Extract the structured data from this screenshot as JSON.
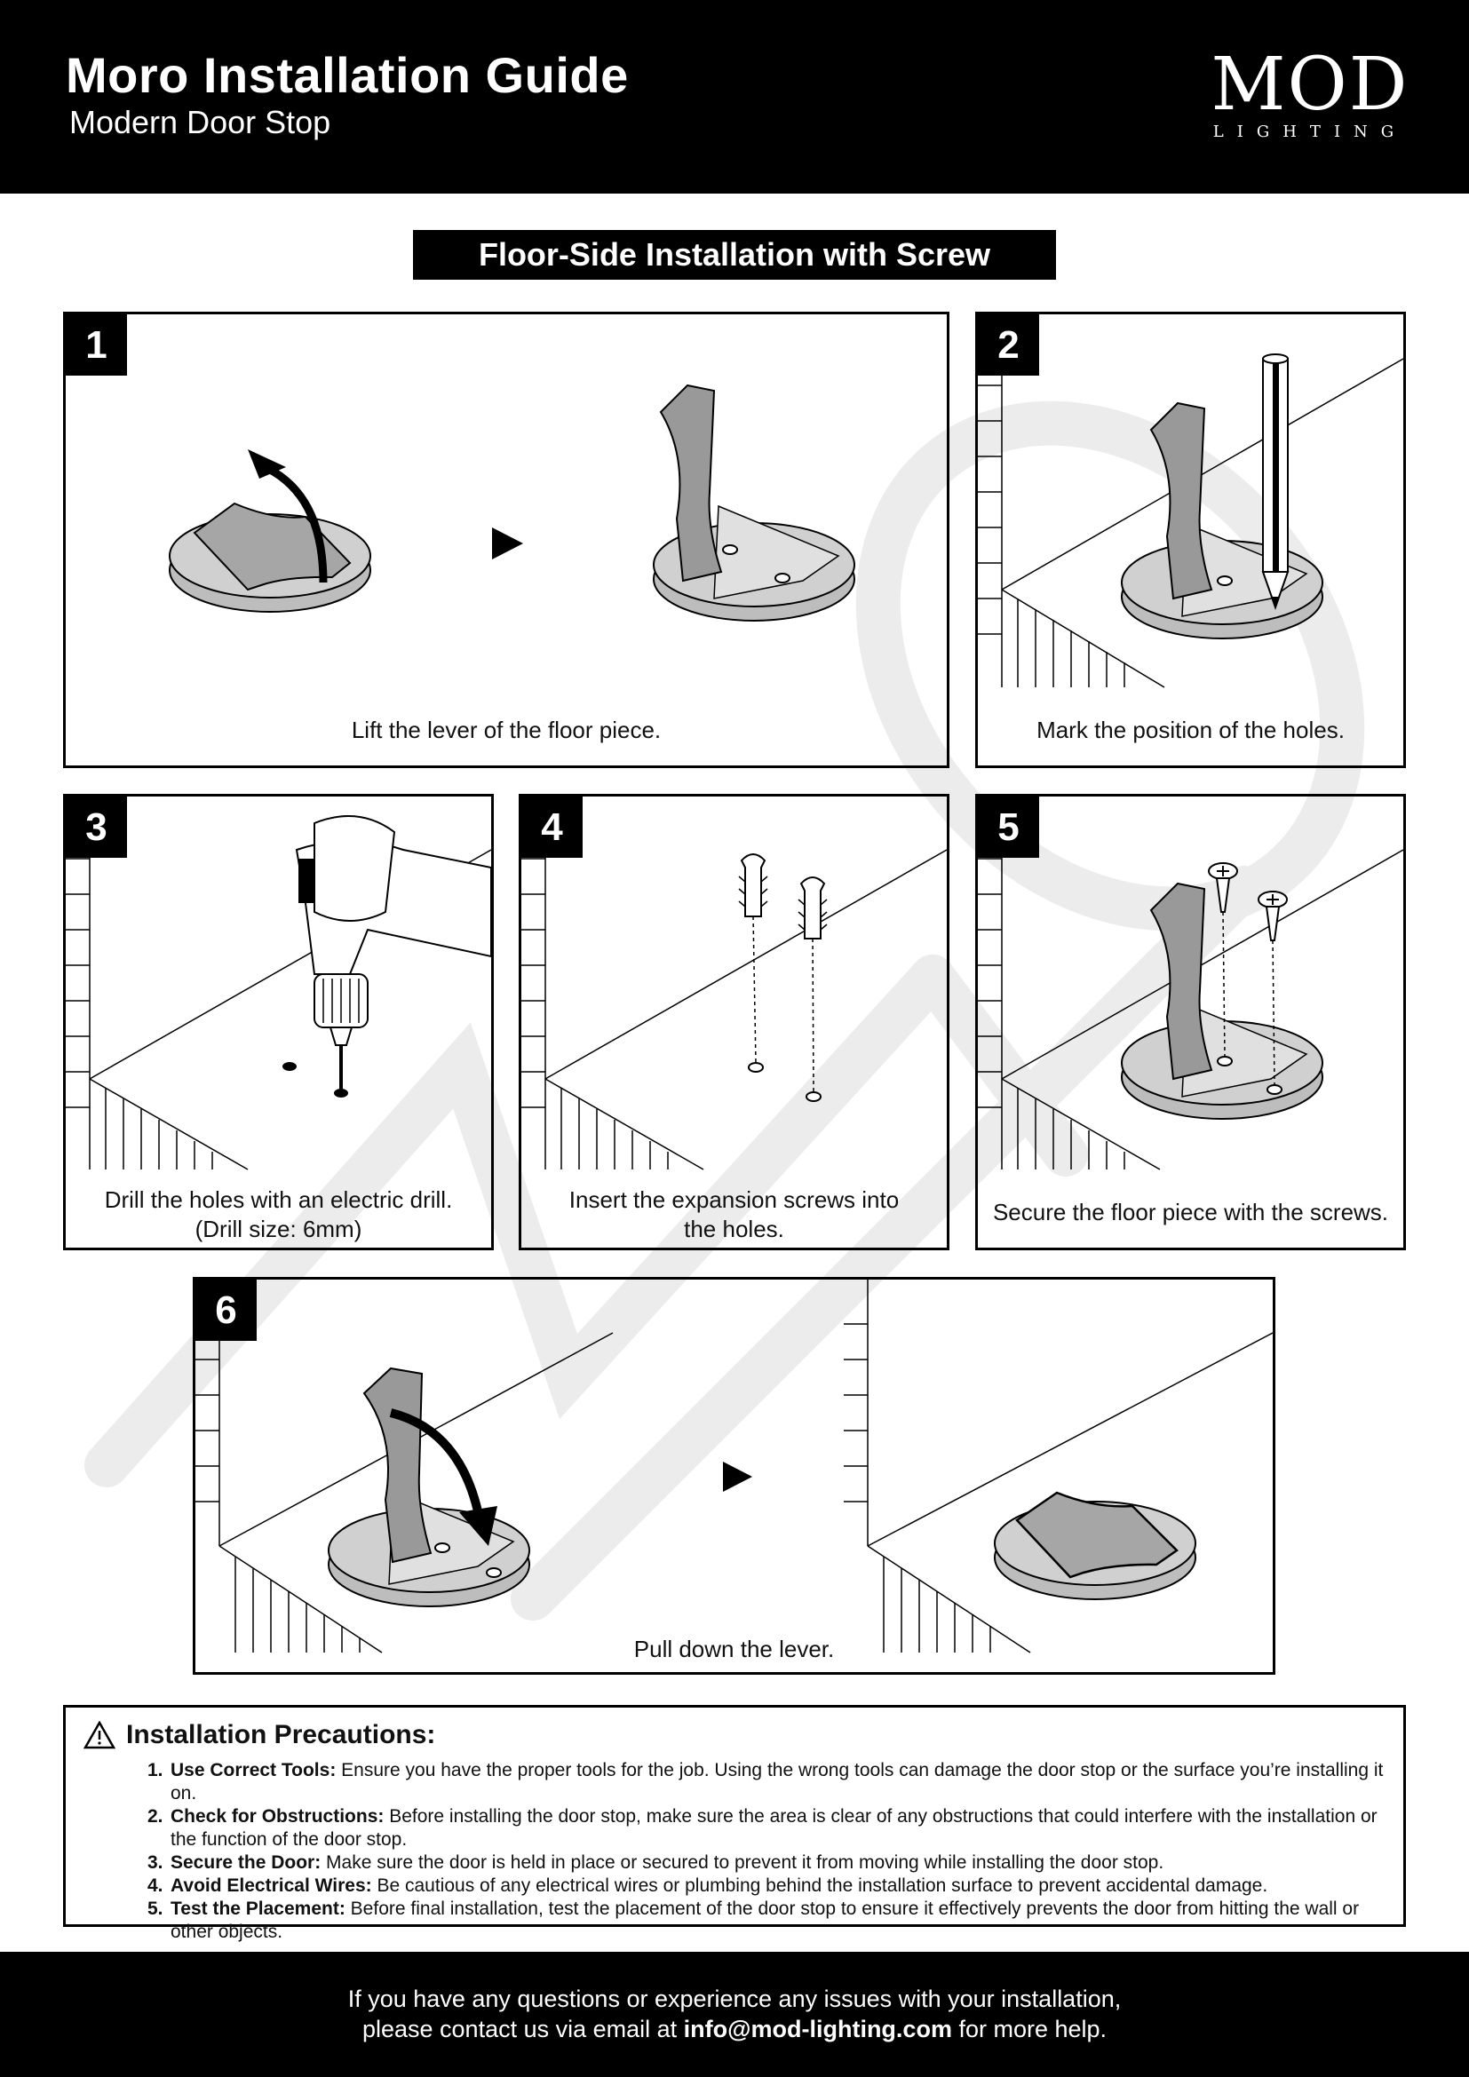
{
  "header": {
    "title": "Moro Installation Guide",
    "subtitle": "Modern Door Stop",
    "logo_main": "MOD",
    "logo_sub": "LIGHTING"
  },
  "section_title": "Floor-Side Installation with Screw",
  "steps": [
    {
      "num": "1",
      "caption": [
        "Lift the lever of the floor piece."
      ]
    },
    {
      "num": "2",
      "caption": [
        "Mark the position of the holes."
      ]
    },
    {
      "num": "3",
      "caption": [
        "Drill the holes with an electric drill.",
        "(Drill size: 6mm)"
      ]
    },
    {
      "num": "4",
      "caption": [
        "Insert the expansion screws into",
        "the holes."
      ]
    },
    {
      "num": "5",
      "caption": [
        "Secure the floor piece with the screws."
      ]
    },
    {
      "num": "6",
      "caption": [
        "Pull down the lever."
      ]
    }
  ],
  "precautions": {
    "heading": "Installation Precautions:",
    "items": [
      {
        "n": "1.",
        "title": "Use Correct Tools:",
        "text": " Ensure you have the proper tools for the job. Using the wrong tools can damage the door stop or the surface you’re installing it on."
      },
      {
        "n": "2.",
        "title": "Check for Obstructions:",
        "text": " Before installing the door stop, make sure the area is clear of any obstructions that could interfere with the installation or the function of the door stop."
      },
      {
        "n": "3.",
        "title": "Secure the Door:",
        "text": " Make sure the door is held in place or secured to prevent it from moving while installing the door stop."
      },
      {
        "n": "4.",
        "title": "Avoid Electrical Wires:",
        "text": " Be cautious of any electrical wires or plumbing behind the installation surface to prevent accidental damage."
      },
      {
        "n": "5.",
        "title": "Test the Placement:",
        "text": " Before final installation, test the placement of the door stop to ensure it effectively prevents the door from hitting the wall or other objects."
      }
    ]
  },
  "footer": {
    "line1": "If you have any questions or experience any issues with your installation,",
    "line2_pre": "please contact us via email at ",
    "email": "info@mod-lighting.com",
    "line2_post": " for more help."
  }
}
